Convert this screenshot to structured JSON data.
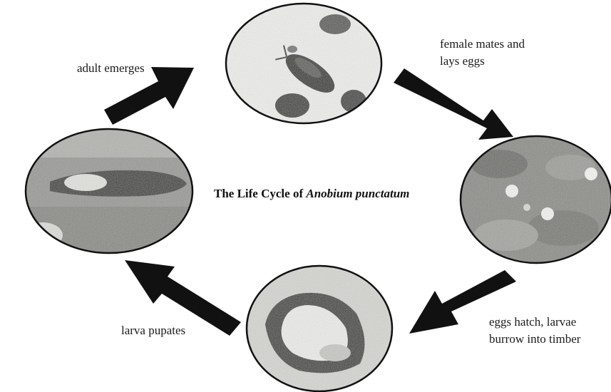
{
  "title": {
    "prefix": "The Life Cycle of ",
    "species": "Anobium punctatum"
  },
  "stages": [
    {
      "id": "adult",
      "label_lines": [
        "female mates and",
        "lays eggs"
      ]
    },
    {
      "id": "eggs",
      "label_lines": [
        "eggs hatch, larvae",
        "burrow into timber"
      ]
    },
    {
      "id": "larva",
      "label_lines": [
        "larva pupates"
      ]
    },
    {
      "id": "pupa",
      "label_lines": [
        "adult emerges"
      ]
    }
  ],
  "colors": {
    "arrow": "#111111",
    "background": "#ffffff"
  }
}
